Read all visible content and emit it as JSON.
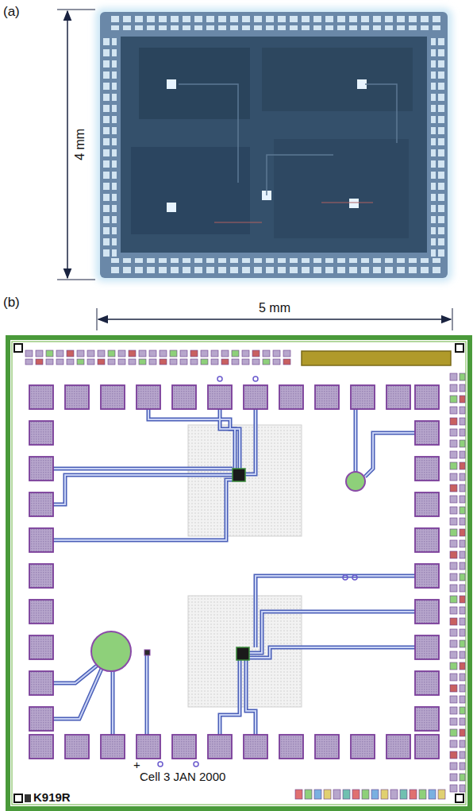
{
  "diagram": {
    "labels": [
      "(a)",
      "4 mm",
      "(b)",
      "5 mm",
      "+",
      "Cell 3 JAN 2000",
      "K919R"
    ]
  }
}
